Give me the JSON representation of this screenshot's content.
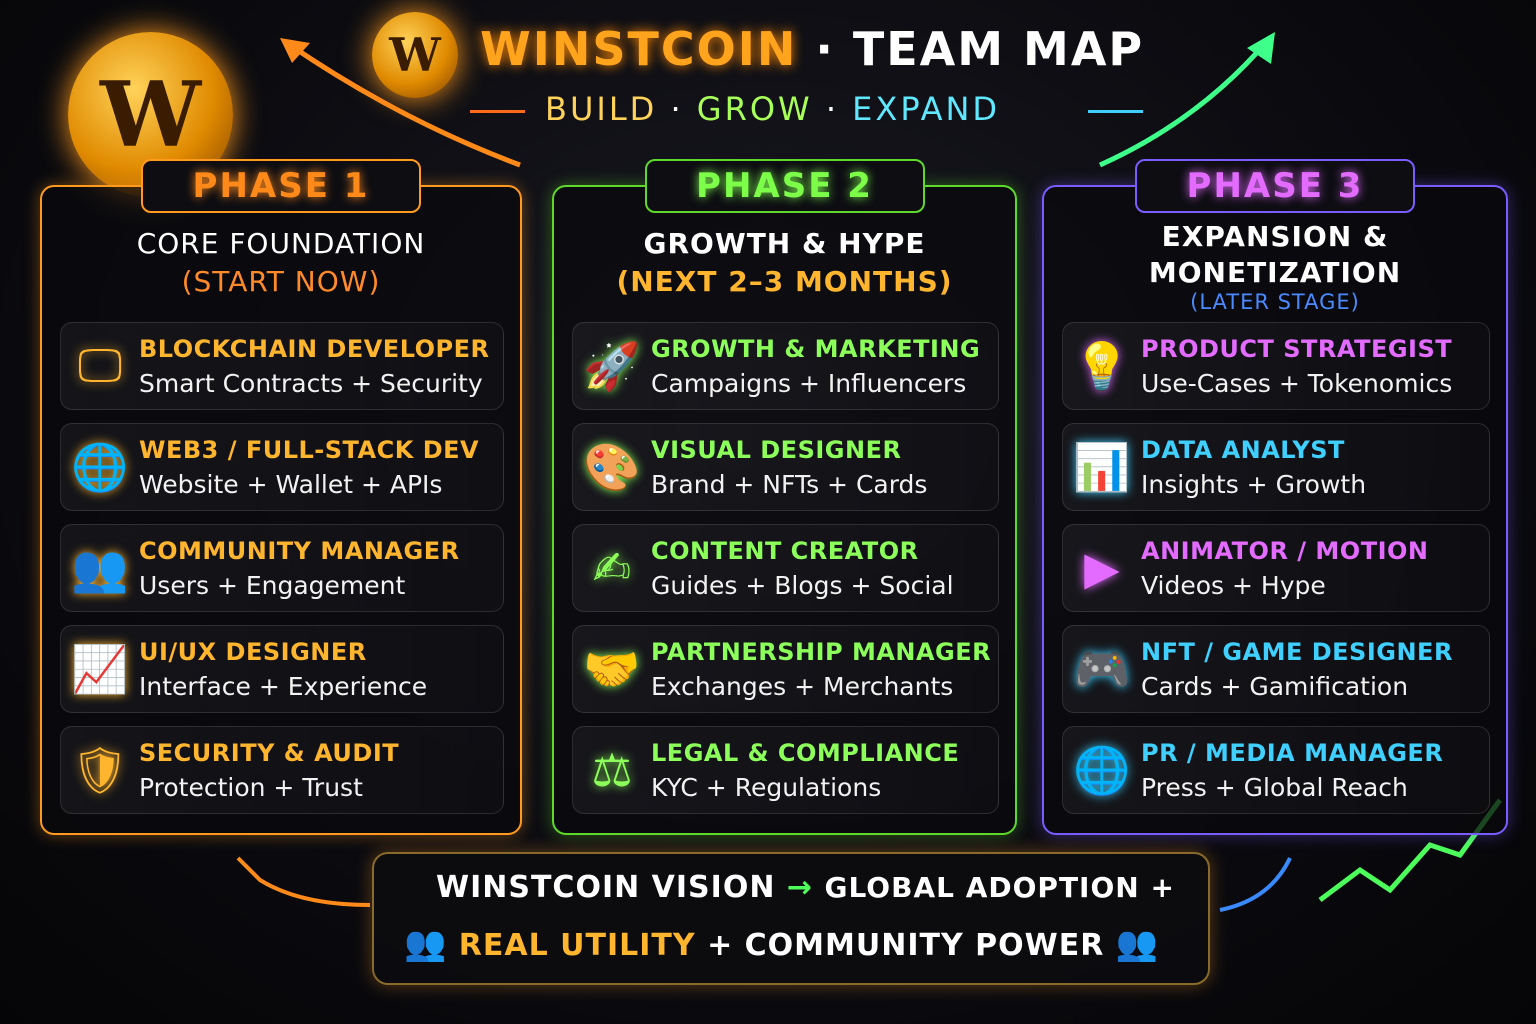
{
  "header": {
    "logo_letter": "W",
    "title_brand": "WINSTCOIN",
    "title_sep": " · ",
    "title_rest": "TEAM MAP",
    "subtitle": [
      "BUILD",
      "·",
      "GROW",
      "·",
      "EXPAND"
    ]
  },
  "colors": {
    "phase1": "#ff9a1f",
    "phase2": "#6cff3a",
    "phase3": "#9a5cff",
    "cyan": "#3fd0ff",
    "pink": "#e36bff"
  },
  "phases": [
    {
      "tab": "PHASE 1",
      "heading": "CORE FOUNDATION",
      "note": "(START NOW)",
      "roles": [
        {
          "icon": "monitor-icon",
          "glyph": "🖵",
          "title": "BLOCKCHAIN DEVELOPER",
          "desc": "Smart Contracts + Security"
        },
        {
          "icon": "globe-icon",
          "glyph": "🌐",
          "title": "WEB3 / FULL-STACK DEV",
          "desc": "Website + Wallet + APIs"
        },
        {
          "icon": "users-icon",
          "glyph": "👥",
          "title": "COMMUNITY MANAGER",
          "desc": "Users + Engagement"
        },
        {
          "icon": "design-chart-icon",
          "glyph": "📈",
          "title": "UI/UX DESIGNER",
          "desc": "Interface + Experience"
        },
        {
          "icon": "shield-icon",
          "glyph": "🛡",
          "title": "SECURITY & AUDIT",
          "desc": "Protection + Trust"
        }
      ]
    },
    {
      "tab": "PHASE 2",
      "heading": "GROWTH & HYPE",
      "note": "(NEXT 2–3 MONTHS)",
      "roles": [
        {
          "icon": "rocket-icon",
          "glyph": "🚀",
          "title": "GROWTH & MARKETING",
          "desc": "Campaigns + Influencers"
        },
        {
          "icon": "palette-icon",
          "glyph": "🎨",
          "title": "VISUAL DESIGNER",
          "desc": "Brand + NFTs + Cards"
        },
        {
          "icon": "pen-icon",
          "glyph": "✍",
          "title": "CONTENT CREATOR",
          "desc": "Guides + Blogs + Social"
        },
        {
          "icon": "handshake-icon",
          "glyph": "🤝",
          "title": "PARTNERSHIP MANAGER",
          "desc": "Exchanges + Merchants"
        },
        {
          "icon": "scales-icon",
          "glyph": "⚖",
          "title": "LEGAL & COMPLIANCE",
          "desc": "KYC + Regulations"
        }
      ]
    },
    {
      "tab": "PHASE 3",
      "heading": "EXPANSION & MONETIZATION",
      "note": "(LATER STAGE)",
      "roles": [
        {
          "icon": "lightbulb-icon",
          "glyph": "💡",
          "title": "PRODUCT STRATEGIST",
          "desc": "Use-Cases + Tokenomics"
        },
        {
          "icon": "bar-chart-icon",
          "glyph": "📊",
          "title": "DATA ANALYST",
          "desc": "Insights + Growth"
        },
        {
          "icon": "play-icon",
          "glyph": "▶",
          "title": "ANIMATOR / MOTION",
          "desc": "Videos + Hype"
        },
        {
          "icon": "gamepad-icon",
          "glyph": "🎮",
          "title": "NFT / GAME DESIGNER",
          "desc": "Cards + Gamification"
        },
        {
          "icon": "globe-icon",
          "glyph": "🌐",
          "title": "PR / MEDIA MANAGER",
          "desc": "Press + Global Reach"
        }
      ]
    }
  ],
  "vision": {
    "label": "WINSTCOIN VISION",
    "arrow": "→",
    "line1": "GLOBAL ADOPTION +",
    "highlight": "REAL UTILITY",
    "line2": "+ COMMUNITY POWER"
  }
}
